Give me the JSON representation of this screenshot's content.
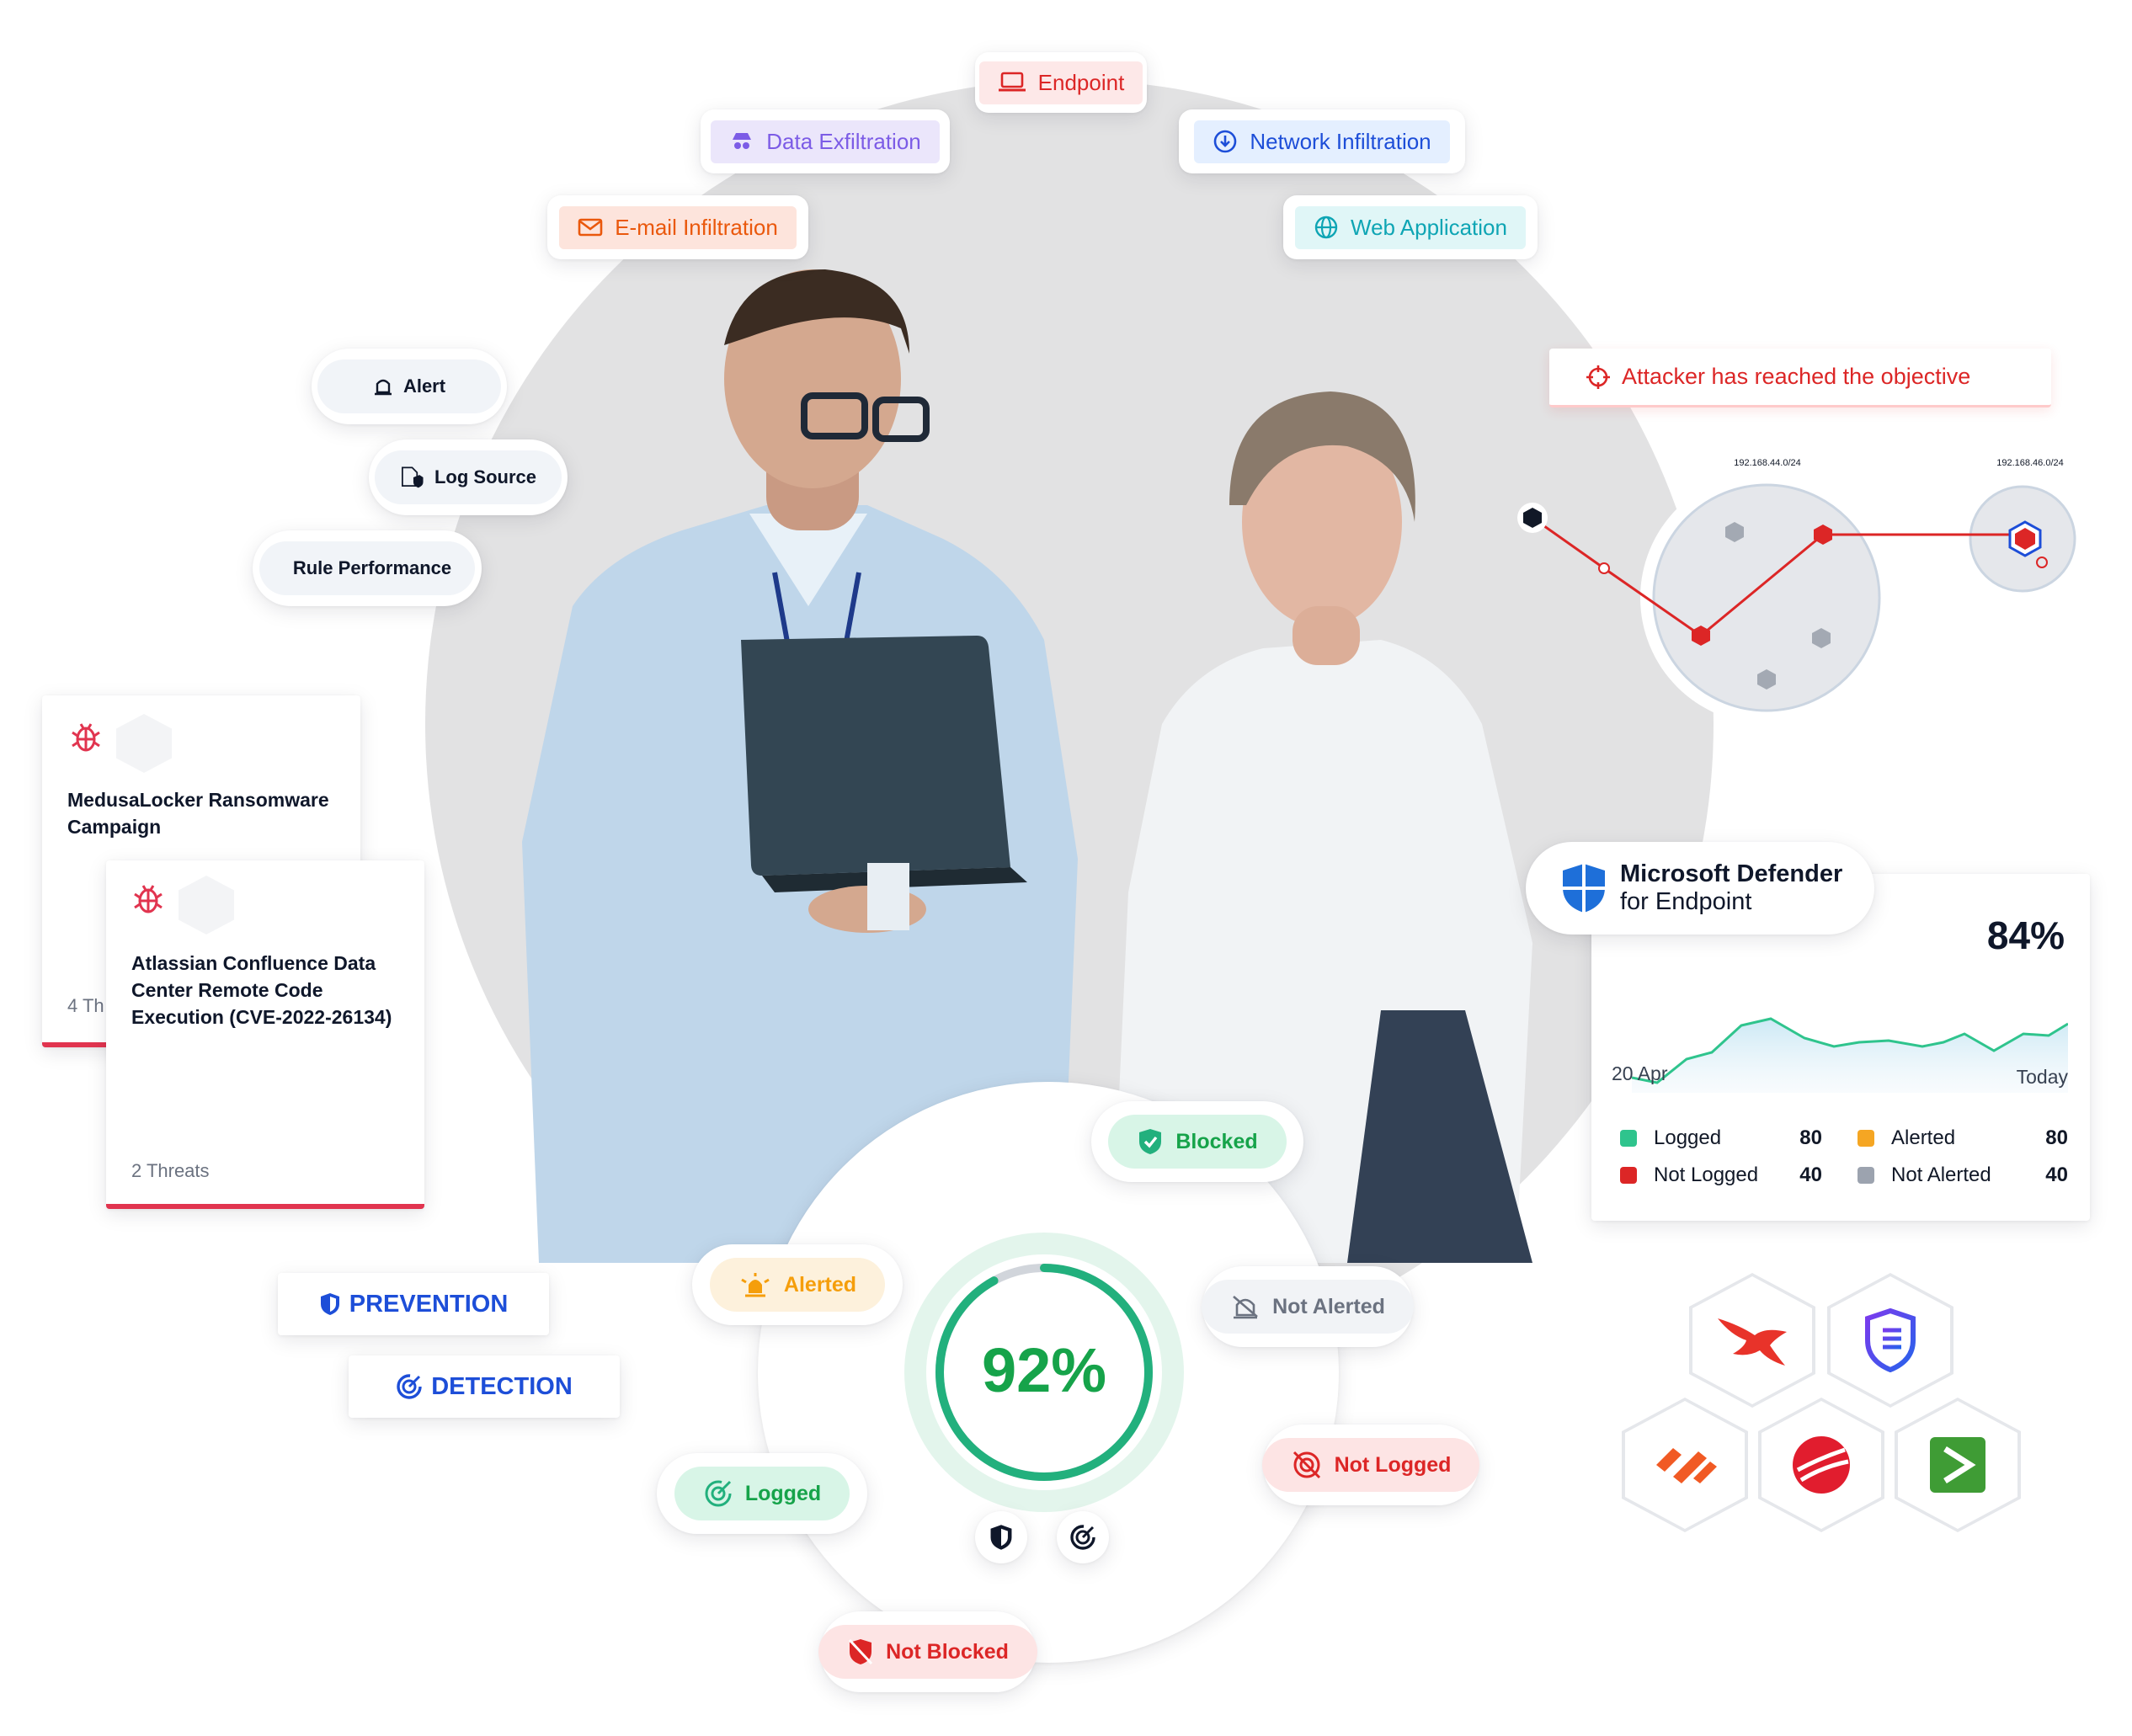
{
  "categories": {
    "endpoint": "Endpoint",
    "data_exfiltration": "Data Exfiltration",
    "network_infiltration": "Network Infiltration",
    "email_infiltration": "E-mail Infiltration",
    "web_application": "Web Application"
  },
  "side_menu": {
    "alert": "Alert",
    "log_source": "Log Source",
    "rule_performance": "Rule Performance"
  },
  "attack_path": {
    "banner": "Attacker has reached the objective",
    "subnet_1": "192.168.44.0/24",
    "subnet_2": "192.168.46.0/24"
  },
  "threat_cards": [
    {
      "title": "MedusaLocker Ransomware Campaign",
      "threats": "4 Th"
    },
    {
      "title": "Atlassian Confluence Data Center Remote Code Execution (CVE-2022-26134)",
      "threats": "2 Threats"
    }
  ],
  "modes": {
    "prevention": "PREVENTION",
    "detection": "DETECTION"
  },
  "score": {
    "value": "92%",
    "fraction": 0.92
  },
  "statuses": {
    "blocked": "Blocked",
    "alerted": "Alerted",
    "not_alerted": "Not Alerted",
    "logged": "Logged",
    "not_logged": "Not Logged",
    "not_blocked": "Not Blocked"
  },
  "defender": {
    "title": "Microsoft Defender",
    "subtitle": "for Endpoint",
    "percent": "84%",
    "x_start": "20 Apr",
    "x_end": "Today",
    "legend": [
      {
        "label": "Logged",
        "value": "80",
        "color": "#2fc48d"
      },
      {
        "label": "Alerted",
        "value": "80",
        "color": "#f5a623"
      },
      {
        "label": "Not Logged",
        "value": "40",
        "color": "#dc2626"
      },
      {
        "label": "Not Alerted",
        "value": "40",
        "color": "#9ca3af"
      }
    ]
  },
  "colors": {
    "red": "#dc2626",
    "green": "#22b07d",
    "blue": "#1d4ed8",
    "orange": "#f59e0b"
  },
  "vendor_icons": [
    "crowdstrike-falcon-icon",
    "shield-stack-icon",
    "paloalto-icon",
    "trendmicro-icon",
    "terminal-icon"
  ]
}
